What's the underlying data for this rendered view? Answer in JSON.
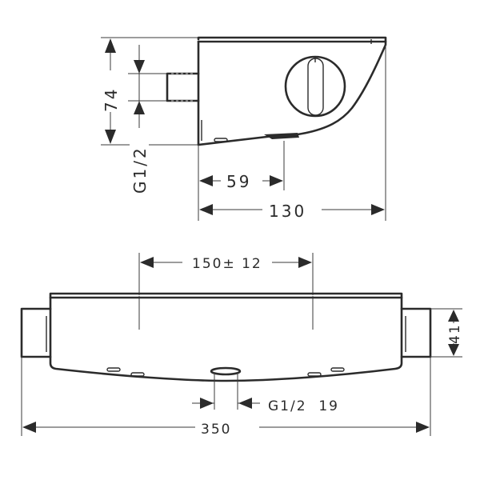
{
  "drawing": {
    "type": "technical dimension drawing",
    "subject": "wall-mounted thermostatic shower mixer",
    "side_view": {
      "dimensions": {
        "height_74": "74",
        "inlet_thread": "G1/2",
        "outlet_offset_59": "59",
        "depth_130": "130"
      }
    },
    "front_view": {
      "dimensions": {
        "inlet_spacing": "150± 12",
        "end_cap_height": "41",
        "outlet_thread": "G1/2  19",
        "overall_width": "350"
      }
    }
  },
  "colors": {
    "line": "#2b2b2b",
    "background": "#ffffff"
  }
}
